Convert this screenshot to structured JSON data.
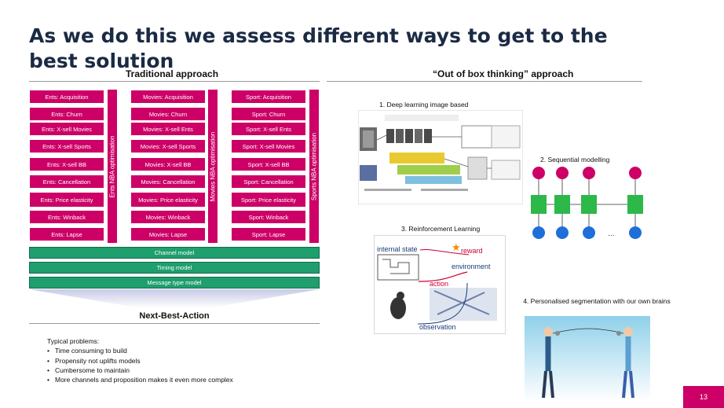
{
  "title": "As we do this we assess different ways to get to the best solution",
  "traditional_label": "Traditional approach",
  "oob_label": "“Out of box thinking” approach",
  "columns": [
    {
      "vertical": "Ents NBA optimisation",
      "items": [
        "Ents: Acquisition",
        "Ents: Churn",
        "Ents: X-sell Movies",
        "Ents: X-sell Sports",
        "Ents: X-sell BB",
        "Ents: Cancellation",
        "Ents: Price elasticity",
        "Ents: Winback",
        "Ents: Lapse"
      ]
    },
    {
      "vertical": "Movies NBA optimisation",
      "items": [
        "Movies: Acquisition",
        "Movies: Churn",
        "Movies: X-sell Ents",
        "Movies: X-sell Sports",
        "Movies: X-sell BB",
        "Movies: Cancellation",
        "Movies: Price elasticity",
        "Movies: Winback",
        "Movies: Lapse"
      ]
    },
    {
      "vertical": "Sports NBA optimisation",
      "items": [
        "Sport: Acquisition",
        "Sport: Churn",
        "Sport: X-sell Ents",
        "Sport: X-sell Movies",
        "Sport: X-sell BB",
        "Sport: Cancellation",
        "Sport: Price elasticity",
        "Sport: Winback",
        "Sport: Lapse"
      ]
    }
  ],
  "models": [
    "Channel model",
    "Timing model",
    "Message type model"
  ],
  "nba_label": "Next-Best-Action",
  "problems_heading": "Typical problems:",
  "problems": [
    "Time consuming to build",
    "Propensity not uplifts models",
    "Cumbersome to maintain",
    "More channels and proposition makes it even more complex"
  ],
  "oob": {
    "dl": "1. Deep learning image based",
    "seq": "2. Sequential modelling",
    "rl": "3. Reinforcement Learning",
    "seg": "4. Personalised segmentation with our own brains",
    "rl_internal": "internal state",
    "rl_reward": "reward",
    "rl_env": "environment",
    "rl_action": "action",
    "rl_obs": "observation"
  },
  "page_number": "13",
  "colors": {
    "magenta": "#cc0066",
    "green": "#1f9e6e",
    "seq_green": "#2db84a",
    "seq_red": "#cc0066",
    "seq_blue": "#1e6fd9",
    "title": "#1b2a44"
  }
}
